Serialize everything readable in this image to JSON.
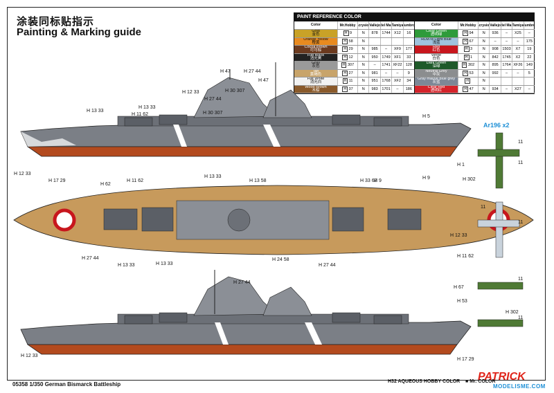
{
  "title_cn": "涂装同标贴指示",
  "title_en": "Painting & Marking guide",
  "footer": {
    "code": "05358 1/350 German Bismarck Battleship",
    "legend_h": "H32 AQUEOUS HOBBY COLOR",
    "legend_mr": "■ Mr. COLOR"
  },
  "brand": {
    "name": "PATRICK",
    "site": "MODELISME.COM"
  },
  "aircraft_label": "Ar196 x2",
  "paint_table": {
    "title": "PAINT REFERENCE COLOR",
    "headers": [
      "Color",
      "Mr.Hobby",
      "Acrysion",
      "Vallejo",
      "Model Master",
      "Tamiya",
      "Humbrol"
    ],
    "left": [
      {
        "name": "Gold",
        "cn": "金色",
        "color": "#c9a227",
        "text": "#111",
        "mr": "9",
        "acrysion": "N",
        "vallejo": "878",
        "mm": "1744",
        "tamiya": "X12",
        "humbrol": "16"
      },
      {
        "name": "Orange Yellow",
        "cn": "橙黄",
        "color": "#e88a1f",
        "text": "#111",
        "mr": "58",
        "acrysion": "N",
        "vallejo": "",
        "mm": "",
        "tamiya": "",
        "humbrol": ""
      },
      {
        "name": "Cocoa Brown",
        "cn": "可可棕",
        "color": "#6b3a1f",
        "text": "#fff",
        "mr": "29",
        "acrysion": "N",
        "vallejo": "985",
        "mm": "–",
        "tamiya": "XF9",
        "humbrol": "177"
      },
      {
        "name": "Flat Black",
        "cn": "消光黑",
        "color": "#222",
        "text": "#fff",
        "mr": "12",
        "acrysion": "N",
        "vallejo": "950",
        "mm": "1749",
        "tamiya": "XF1",
        "humbrol": "33"
      },
      {
        "name": "Gray",
        "cn": "灰色",
        "color": "#9a9a9a",
        "text": "#111",
        "mr": "307",
        "acrysion": "N",
        "vallejo": "–",
        "mm": "1741",
        "tamiya": "XF22",
        "humbrol": "128"
      },
      {
        "name": "Tan",
        "cn": "黄褐色",
        "color": "#c8a46a",
        "text": "#fff",
        "mr": "27",
        "acrysion": "N",
        "vallejo": "981",
        "mm": "–",
        "tamiya": "–",
        "humbrol": "9"
      },
      {
        "name": "Flat White",
        "cn": "消光白",
        "color": "#f2f2f2",
        "text": "#111",
        "mr": "11",
        "acrysion": "N",
        "vallejo": "951",
        "mm": "1768",
        "tamiya": "XF2",
        "humbrol": "34"
      },
      {
        "name": "Wood Brown",
        "cn": "木棕",
        "color": "#8a5a2b",
        "text": "#fff",
        "mr": "37",
        "acrysion": "N",
        "vallejo": "983",
        "mm": "1701",
        "tamiya": "–",
        "humbrol": "186"
      }
    ],
    "right": [
      {
        "name": "Clear Green",
        "cn": "透明绿",
        "color": "#2e9b3a",
        "text": "#fff",
        "mr": "94",
        "acrysion": "N",
        "vallejo": "936",
        "mm": "–",
        "tamiya": "X25",
        "humbrol": "–"
      },
      {
        "name": "RLM78 Light Blue",
        "cn": "浅蓝",
        "color": "#9fc3de",
        "text": "#111",
        "mr": "67",
        "acrysion": "N",
        "vallejo": "–",
        "mm": "–",
        "tamiya": "–",
        "humbrol": "175"
      },
      {
        "name": "Red",
        "cn": "红色",
        "color": "#c8161d",
        "text": "#fff",
        "mr": "3",
        "acrysion": "N",
        "vallejo": "908",
        "mm": "1503",
        "tamiya": "X7",
        "humbrol": "19"
      },
      {
        "name": "White",
        "cn": "白色",
        "color": "#ffffff",
        "text": "#111",
        "mr": "1",
        "acrysion": "N",
        "vallejo": "842",
        "mm": "1745",
        "tamiya": "X2",
        "humbrol": "22"
      },
      {
        "name": "Dark Green",
        "cn": "深绿",
        "color": "#1f5a2a",
        "text": "#fff",
        "mr": "302",
        "acrysion": "N",
        "vallejo": "895",
        "mm": "1764",
        "tamiya": "XF26",
        "humbrol": "149"
      },
      {
        "name": "Neutral Grey",
        "cn": "中灰",
        "color": "#8b8d8f",
        "text": "#fff",
        "mr": "53",
        "acrysion": "N",
        "vallejo": "992",
        "mm": "–",
        "tamiya": "–",
        "humbrol": "5"
      },
      {
        "name": "Gray mauve blue grey",
        "cn": "灰蓝",
        "color": "#7c8796",
        "text": "#fff",
        "mr": "",
        "acrysion": "N",
        "vallejo": "",
        "mm": "",
        "tamiya": "",
        "humbrol": ""
      },
      {
        "name": "Clear Red",
        "cn": "透明红",
        "color": "#d4232a",
        "text": "#fff",
        "mr": "47",
        "acrysion": "N",
        "vallejo": "934",
        "mm": "–",
        "tamiya": "X27",
        "humbrol": "–"
      }
    ]
  },
  "labels": [
    {
      "text": "H 47"
    },
    {
      "text": "H 27 44"
    },
    {
      "text": "H 12 33"
    },
    {
      "text": "H 47"
    },
    {
      "text": "H 30 307"
    },
    {
      "text": "H 27 44"
    },
    {
      "text": "H 13 33"
    },
    {
      "text": "H 11 62"
    },
    {
      "text": "H 13 33"
    },
    {
      "text": "H 30 307"
    },
    {
      "text": "H 12 33"
    },
    {
      "text": "H 17 29"
    },
    {
      "text": "H 62"
    },
    {
      "text": "H 11 62"
    },
    {
      "text": "H 13 58"
    },
    {
      "text": "H 13 33"
    },
    {
      "text": "H 33 62"
    },
    {
      "text": "H 27 44"
    },
    {
      "text": "H 24 58"
    },
    {
      "text": "H 13 33"
    },
    {
      "text": "H 27 44"
    },
    {
      "text": "H 13 33"
    },
    {
      "text": "H 27 44"
    },
    {
      "text": "H 12 33"
    },
    {
      "text": "H 17 29"
    },
    {
      "text": "H 9"
    },
    {
      "text": "H 5"
    },
    {
      "text": "H 1"
    },
    {
      "text": "H 302"
    },
    {
      "text": "H 12 33"
    },
    {
      "text": "H 11 62"
    },
    {
      "text": "H 67"
    },
    {
      "text": "H 53"
    },
    {
      "text": "H 302"
    },
    {
      "text": "H 9"
    }
  ],
  "aircraft_numbers": [
    "11",
    "11",
    "11",
    "11",
    "11",
    "11"
  ]
}
